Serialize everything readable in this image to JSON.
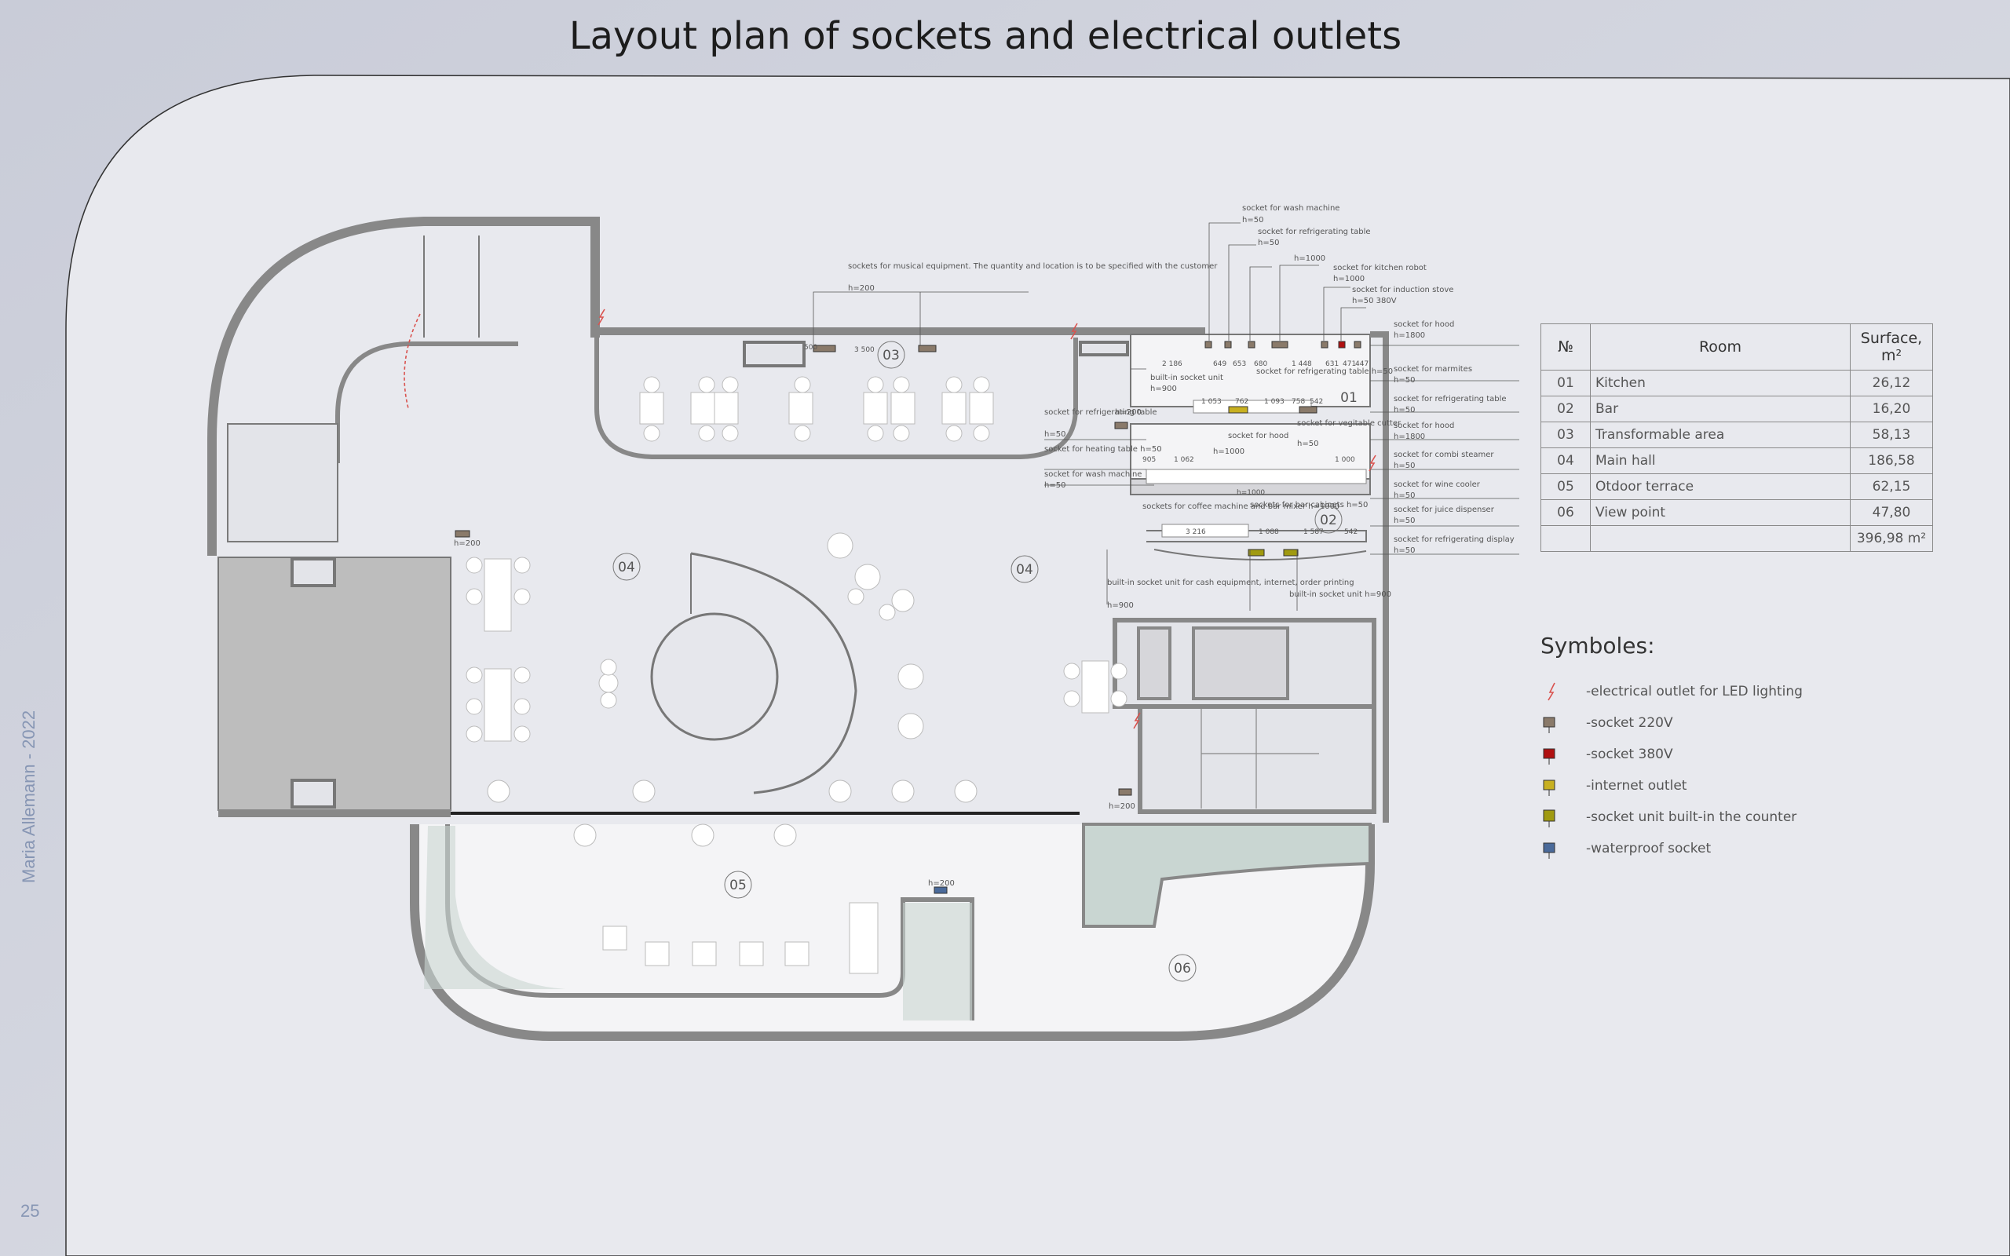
{
  "title": "Layout plan of sockets and electrical outlets",
  "author": "Maria Allemann - 2022",
  "page_number": "25",
  "rooms_table": {
    "headers": [
      "№",
      "Room",
      "Surface, m²"
    ],
    "rows": [
      {
        "no": "01",
        "room": "Kitchen",
        "surface": "26,12"
      },
      {
        "no": "02",
        "room": "Bar",
        "surface": "16,20"
      },
      {
        "no": "03",
        "room": "Transformable area",
        "surface": "58,13"
      },
      {
        "no": "04",
        "room": "Main hall",
        "surface": "186,58"
      },
      {
        "no": "05",
        "room": "Otdoor terrace",
        "surface": "62,15"
      },
      {
        "no": "06",
        "room": "View point",
        "surface": "47,80"
      }
    ],
    "total": "396,98 m²"
  },
  "legend": {
    "title": "Symboles:",
    "items": [
      {
        "label": "-electrical outlet for LED lighting",
        "icon": "led-outlet-icon",
        "color": "#d9534f"
      },
      {
        "label": "-socket 220V",
        "icon": "socket-220v-icon",
        "color": "#8a7a6a"
      },
      {
        "label": "-socket 380V",
        "icon": "socket-380v-icon",
        "color": "#b01010"
      },
      {
        "label": "-internet outlet",
        "icon": "internet-outlet-icon",
        "color": "#c8b020"
      },
      {
        "label": "-socket unit built-in the counter",
        "icon": "counter-socket-icon",
        "color": "#a09a10"
      },
      {
        "label": "-waterproof socket",
        "icon": "waterproof-socket-icon",
        "color": "#4a6a9a"
      }
    ]
  },
  "plan": {
    "room_markers": [
      "03",
      "04",
      "04",
      "01",
      "02",
      "05",
      "06"
    ],
    "annotations": {
      "music": "sockets for musical equipment. The quantity and location is to be specified with the customer",
      "music_h": "h=200",
      "wash1": "socket for wash machine",
      "wash1_h": "h=50",
      "refr1": "socket for refrigerating table",
      "refr1_h": "h=50",
      "h1000": "h=1000",
      "robot": "socket for kitchen robot",
      "robot_h": "h=1000",
      "induction": "socket for induction stove",
      "induction_h": "h=50 380V",
      "hood1": "socket for hood",
      "hood1_h": "h=1800",
      "marmites": "socket for marmites",
      "marmites_h": "h=50",
      "refr2": "socket for refrigerating table",
      "refr2_h": "h=50",
      "hood2": "socket for hood",
      "hood2_h": "h=1800",
      "combi": "socket for combi steamer",
      "combi_h": "h=50",
      "wine": "socket for wine cooler",
      "wine_h": "h=50",
      "juice": "socket for juice dispenser",
      "juice_h": "h=50",
      "display": "socket for refrigerating display",
      "display_h": "h=50",
      "builtin1": "built-in socket unit",
      "builtin1_h": "h=900",
      "refr3": "socket for refrigerating table",
      "refr3_h": "h=50",
      "heating": "socket for heating table h=50",
      "wash2": "socket for wash machine",
      "wash2_h": "h=50",
      "refr_table": "socket for refrigerating table h=50",
      "hood3": "socket for hood",
      "hood3_h": "h=1000",
      "veg": "socket for vegitable cutter",
      "veg_h": "h=50",
      "coffee": "sockets for coffee machine and bar mixer h=1000",
      "bar_cab": "sockets for bar cabinets h=50",
      "cash": "built-in socket unit for cash equipment, internet, order printing",
      "cash_h": "h=900",
      "builtin2": "built-in socket unit h=900",
      "h200a": "h=200",
      "h200b": "h=200",
      "h200c": "h=200",
      "h200d": "h=200",
      "dims": [
        "2 186",
        "649",
        "653",
        "680",
        "1 448",
        "631",
        "471",
        "447",
        "1 053",
        "762",
        "1 093",
        "758",
        "542",
        "905",
        "1 062",
        "3 216",
        "1 088",
        "1 587",
        "542",
        "3 500",
        "500",
        "1 000",
        "h=1000"
      ]
    }
  }
}
